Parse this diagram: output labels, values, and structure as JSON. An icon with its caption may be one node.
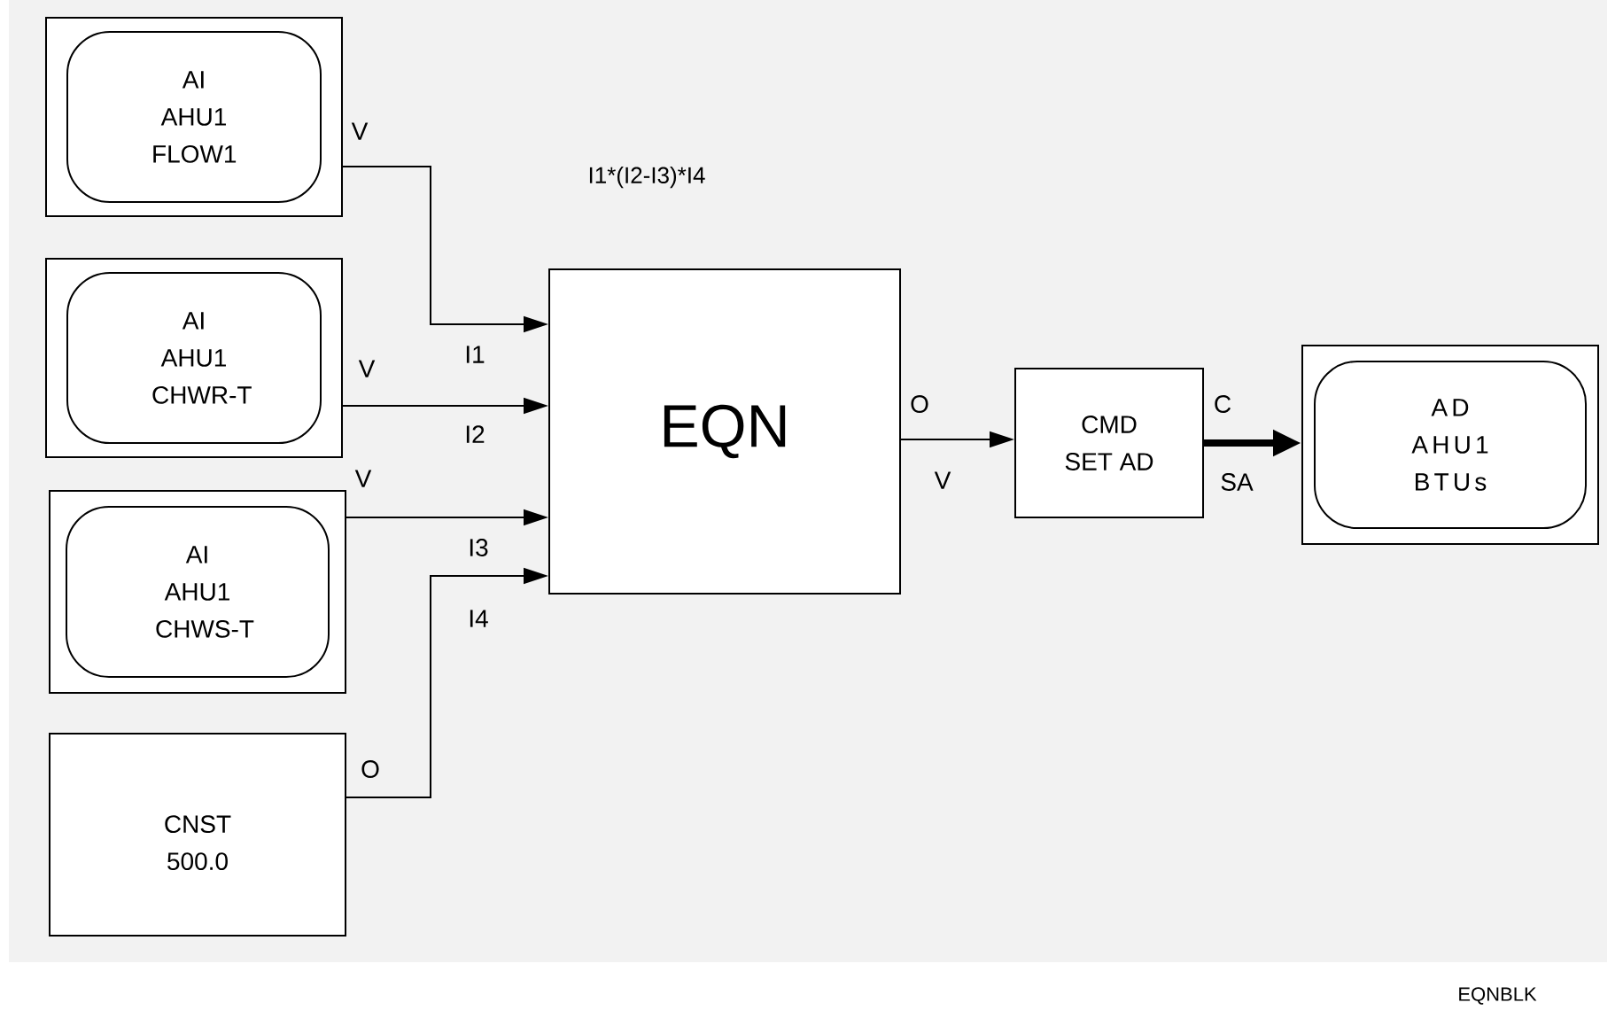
{
  "diagram": {
    "nodes": [
      {
        "text": [],
        "shape": "box"
      },
      {
        "text": [
          "AI AHU1 FLOW1"
        ],
        "in": 0
      },
      {
        "text": [],
        "shape": "box"
      },
      {
        "text": [
          "AI AHU1 CHWR-T"
        ],
        "in": 2
      },
      {
        "text": [],
        "shape": "box"
      },
      {
        "text": [
          "AI AHU1 CHWS-T"
        ],
        "in": 4
      },
      {
        "text": [
          "CNST 500.0"
        ]
      },
      {
        "text": [
          "EQN"
        ],
        "beside": [
          "I1*(I2-I3)*I4"
        ]
      },
      {
        "text": [
          "CMD",
          "SET AD"
        ]
      },
      {
        "text": [],
        "shape": "box"
      },
      {
        "text": [
          "AD AHU1 BTUs"
        ],
        "in": 9
      }
    ],
    "edges": [
      {
        "from": 0,
        "to": 7,
        "arrow": "to"
      },
      {
        "from": 2,
        "to": 7,
        "arrow": "to"
      },
      {
        "from": 4,
        "to": 7,
        "arrow": "to"
      },
      {
        "from": 6,
        "to": 7,
        "arrow": "to"
      },
      {
        "from": 7,
        "to": 8,
        "arrow": "to"
      },
      {
        "from": 8,
        "to": 9,
        "arrow": "to",
        "style": "thick"
      }
    ],
    "labels": [
      "V",
      "I1",
      "V",
      "I2",
      "V",
      "I3",
      "I4",
      "O",
      "O",
      "V",
      "C",
      "SA",
      "EQNBLK"
    ]
  }
}
